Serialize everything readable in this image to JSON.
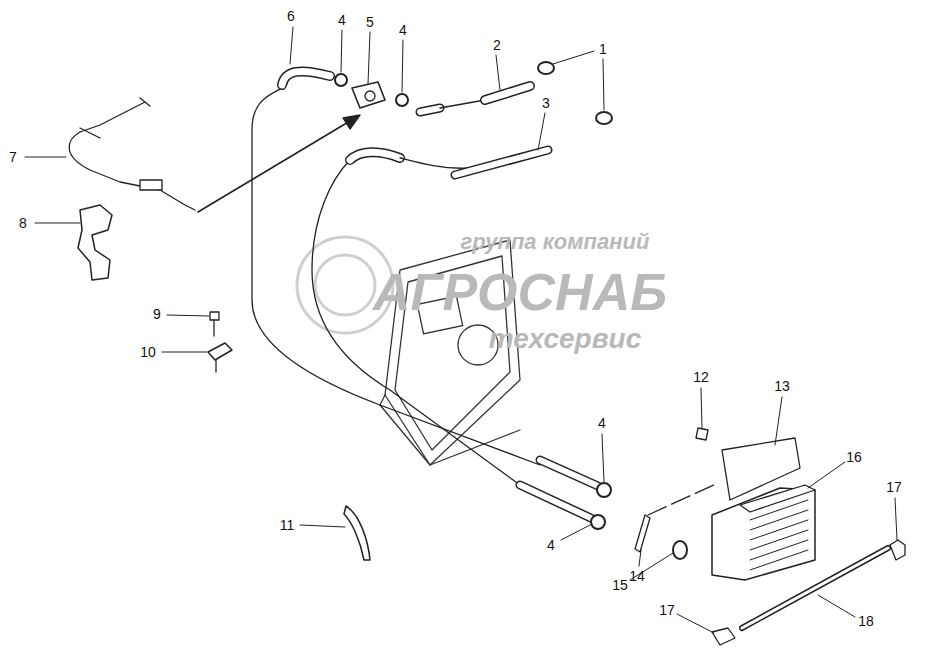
{
  "diagram": {
    "labels": [
      "6",
      "4",
      "5",
      "4",
      "2",
      "1",
      "3",
      "7",
      "8",
      "9",
      "10",
      "группа компаний",
      "АГРОСНАБ",
      "техсервис",
      "12",
      "13",
      "4",
      "16",
      "17",
      "11",
      "4",
      "14",
      "15",
      "17",
      "18"
    ]
  }
}
